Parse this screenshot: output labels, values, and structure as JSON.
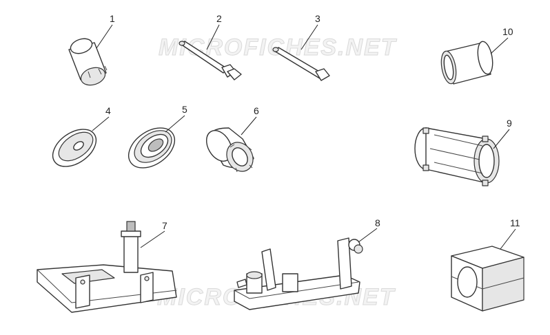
{
  "watermark": "MICROFICHES.NET",
  "callouts": [
    "1",
    "2",
    "3",
    "4",
    "5",
    "6",
    "7",
    "8",
    "9",
    "10",
    "11"
  ],
  "colors": {
    "line": "#333333",
    "fill": "#ffffff",
    "shade": "#e6e6e6",
    "watermark": "#d9d9d9"
  }
}
